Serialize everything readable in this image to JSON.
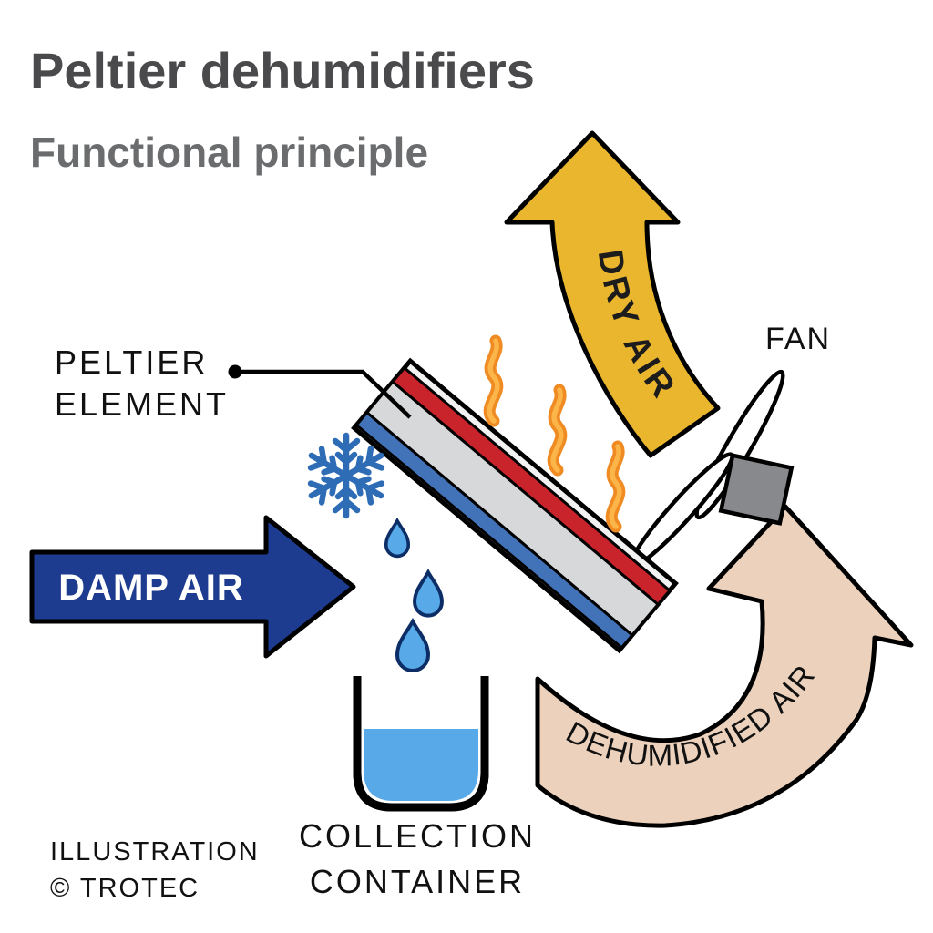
{
  "title": "Peltier dehumidifiers",
  "subtitle": "Functional principle",
  "diagram": {
    "dry_air_label": "DRY AIR",
    "fan_label": "FAN",
    "peltier_label_line1": "PELTIER",
    "peltier_label_line2": "ELEMENT",
    "damp_air_label": "DAMP AIR",
    "collection_label_line1": "COLLECTION",
    "collection_label_line2": "CONTAINER",
    "dehumidified_air_label": "DEHUMIDIFIED AIR",
    "credit_line1": "ILLUSTRATION",
    "credit_line2": "© TROTEC"
  },
  "icons": {
    "snowflake": "cold-side-snowflake",
    "flames": "hot-side-heat-waves",
    "drops": "condensed-water-drops",
    "fan": "exhaust-fan"
  },
  "colors": {
    "title": "#4a4a4c",
    "subtitle": "#6b6c6e",
    "dry_air": "#eab62e",
    "damp_air": "#1e3c8f",
    "dehumidified": "#ecd2bd",
    "hot_side": "#c9242b",
    "cold_side": "#4273b9",
    "element_body": "#d7d8d9",
    "element_edge": "#f2f2f2",
    "water": "#57a9e8",
    "flame_outer": "#ef8b22",
    "flame_inner": "#fcb549",
    "snowflake": "#2e6db6",
    "fan_hub": "#87898c",
    "outline": "#000000",
    "label_text": "#111111",
    "damp_air_text": "#ffffff"
  }
}
